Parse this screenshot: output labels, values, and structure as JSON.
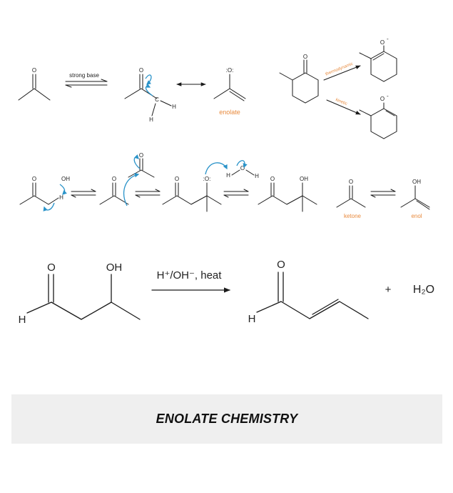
{
  "row1": {
    "strong_base": "strong base",
    "enolate": "enolate",
    "thermodynamic": "thermodynamic",
    "kinetic": "kinetic",
    "o_minus_top": "O",
    "o_minus_bottom": "O"
  },
  "row2": {
    "ketone": "ketone",
    "enol": "enol",
    "oh_minus": "OH",
    "oh_label": "OH",
    "enol_oh": "OH"
  },
  "reaction": {
    "conditions": "H⁺/OH⁻, heat",
    "reactant_o": "O",
    "reactant_oh": "OH",
    "reactant_h": "H",
    "product_o": "O",
    "product_h": "H",
    "plus": "+",
    "water": "H₂O"
  },
  "footer": {
    "title": "ENOLATE CHEMISTRY"
  },
  "colors": {
    "arrow_blue": "#2a93c9",
    "label_orange": "#e88a3d",
    "banner_gray": "#efefef"
  }
}
